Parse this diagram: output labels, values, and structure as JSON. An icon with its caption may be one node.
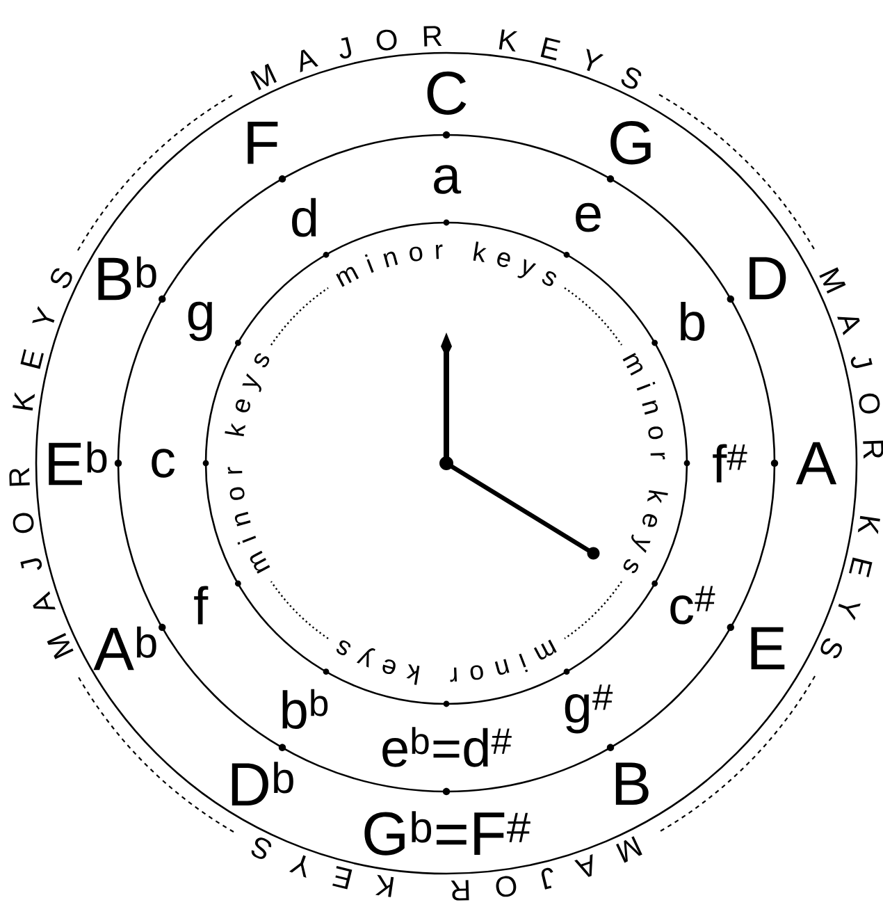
{
  "diagram": {
    "labels": [
      "MAJOR KEYS",
      "MAJOR KEYS",
      "MAJOR KEYS",
      "MAJOR KEYS",
      "C",
      "G",
      "D",
      "A",
      "E",
      "B",
      "G$^{b}$=F$^{#}$",
      "D$^{b}$",
      "A$^{b}$",
      "E$^{b}$",
      "B$^{b}$",
      "F",
      "a",
      "e",
      "b",
      "f$^{#}$",
      "c$^{#}$",
      "g$^{#}$",
      "e$^{b}$=d$^{#}$",
      "b$^{b}$",
      "f",
      "c",
      "g",
      "d",
      "minor keys",
      "minor keys",
      "minor keys",
      "minor keys"
    ]
  }
}
